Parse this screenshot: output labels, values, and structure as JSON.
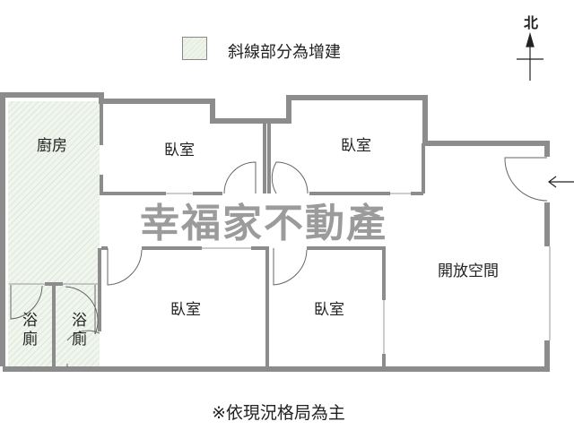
{
  "legend": {
    "swatch": "hatched-green",
    "text": "斜線部分為增建"
  },
  "compass": {
    "label": "北"
  },
  "watermark": "幸福家不動產",
  "rooms": {
    "kitchen": "廚房",
    "bedroom_top_left": "臥室",
    "bedroom_top_right": "臥室",
    "bedroom_bottom_left": "臥室",
    "bedroom_bottom_right": "臥室",
    "open_space": "開放空間",
    "bath_left": "浴廁",
    "bath_right": "浴廁"
  },
  "note": "※依現況格局為主",
  "colors": {
    "wall": "#8c8c8c",
    "hatch": "#e4ede0",
    "text": "#222222"
  }
}
